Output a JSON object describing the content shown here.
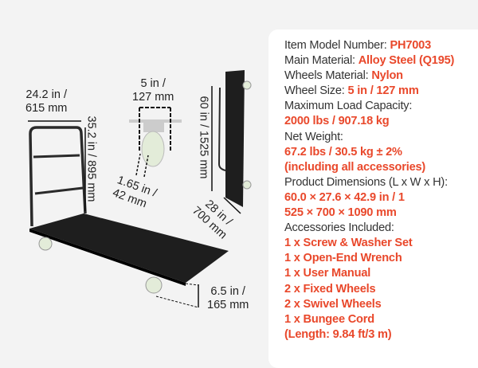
{
  "specs": [
    {
      "label": "Item Model Number: ",
      "value": "PH7003"
    },
    {
      "label": "Main Material: ",
      "value": "Alloy Steel (Q195)"
    },
    {
      "label": "Wheels Material: ",
      "value": "Nylon"
    },
    {
      "label": "Wheel Size: ",
      "value": "5 in / 127 mm"
    },
    {
      "label": "Maximum Load Capacity:",
      "value": ""
    },
    {
      "label": "",
      "value": "2000 lbs / 907.18 kg"
    },
    {
      "label": "Net Weight:",
      "value": ""
    },
    {
      "label": "",
      "value": "67.2 lbs / 30.5 kg ± 2%"
    },
    {
      "label": "",
      "value": "(including all accessories)"
    },
    {
      "label": "Product Dimensions (L x W x H):",
      "value": ""
    },
    {
      "label": "",
      "value": "60.0 × 27.6 × 42.9 in / 1"
    },
    {
      "label": "",
      "value": "525 × 700 × 1090 mm"
    },
    {
      "label": "Accessories Included:",
      "value": ""
    },
    {
      "label": "",
      "value": "1 x Screw & Washer Set"
    },
    {
      "label": "",
      "value": "1 x Open-End Wrench"
    },
    {
      "label": "",
      "value": "1 x User Manual"
    },
    {
      "label": "",
      "value": "2 x Fixed Wheels"
    },
    {
      "label": "",
      "value": "2 x Swivel Wheels"
    },
    {
      "label": "",
      "value": "1 x Bungee Cord"
    },
    {
      "label": "",
      "value": "(Length: 9.84 ft/3 m)"
    }
  ],
  "dims": {
    "handle_width": [
      "24.2 in /",
      "615 mm"
    ],
    "handle_height": "35.2 in / 895 mm",
    "wheel_dia": [
      "5 in /",
      "127 mm"
    ],
    "wheel_width": [
      "1.65 in /",
      "42 mm"
    ],
    "length": "60 in / 1525 mm",
    "width": [
      "28 in /",
      "700 mm"
    ],
    "clearance": [
      "6.5 in /",
      "165 mm"
    ]
  },
  "colors": {
    "accent": "#e9482b",
    "text": "#333333",
    "cart": "#1e1e1e"
  }
}
